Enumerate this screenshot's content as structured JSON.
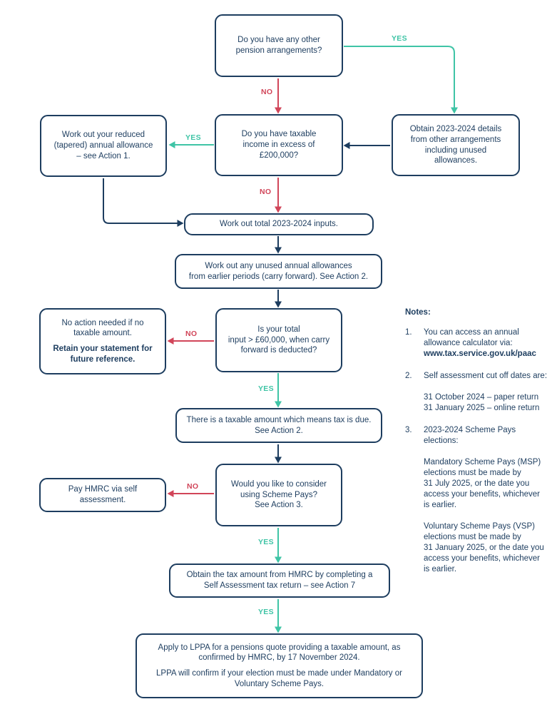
{
  "colors": {
    "navy": "#1d3d5f",
    "teal": "#3fc4a6",
    "red": "#d14559",
    "bg": "#ffffff"
  },
  "labels": {
    "yes": "YES",
    "no": "NO"
  },
  "nodes": {
    "other_pensions": {
      "text": "Do you have any other\npension arrangements?"
    },
    "obtain_details": {
      "text": "Obtain 2023-2024 details\nfrom other arrangements\nincluding unused\nallowances."
    },
    "taxable_income": {
      "text": "Do you have taxable\nincome in excess of\n£200,000?"
    },
    "tapered_allowance": {
      "text": "Work out your reduced\n(tapered) annual allowance\n– see Action 1."
    },
    "total_inputs": {
      "text": "Work out total 2023-2024 inputs."
    },
    "carry_forward": {
      "text": "Work out any unused annual allowances\nfrom earlier periods (carry forward). See Action 2."
    },
    "input_over_60k": {
      "text": "Is your total\ninput > £60,000, when carry\nforward is deducted?"
    },
    "no_action": {
      "text": "No action needed if no\ntaxable amount.",
      "bold_text": "Retain your statement for\nfuture reference."
    },
    "taxable_amount": {
      "text": "There is a taxable amount which means tax is due.\nSee Action 2."
    },
    "scheme_pays": {
      "text": "Would you like to consider\nusing Scheme Pays?\nSee Action 3."
    },
    "pay_hmrc": {
      "text": "Pay HMRC via self\nassessment."
    },
    "obtain_tax_amount": {
      "text": "Obtain the tax amount from HMRC by completing a\nSelf Assessment tax return – see Action 7"
    },
    "apply_lppa": {
      "p1": "Apply to LPPA for a pensions quote providing a taxable amount, as\nconfirmed by HMRC, by 17 November 2024.",
      "p2": "LPPA will confirm if your election must be made under Mandatory or\nVoluntary Scheme Pays."
    }
  },
  "notes": {
    "heading": "Notes:",
    "items": [
      {
        "number": "1.",
        "p1": "You can access an annual\nallowance calculator via:",
        "bold": "www.tax.service.gov.uk/paac"
      },
      {
        "number": "2.",
        "p1": "Self assessment cut off dates are:",
        "p2": "31 October 2024 – paper return\n31 January 2025 – online return"
      },
      {
        "number": "3.",
        "p1": "2023-2024 Scheme Pays\nelections:",
        "p2": "Mandatory Scheme Pays (MSP)\nelections must be made by\n31 July 2025, or the date you\naccess your benefits, whichever\nis earlier.",
        "p3": "Voluntary Scheme Pays (VSP)\nelections must be made by\n31 January 2025, or the date you\naccess your benefits, whichever\nis earlier."
      }
    ]
  }
}
